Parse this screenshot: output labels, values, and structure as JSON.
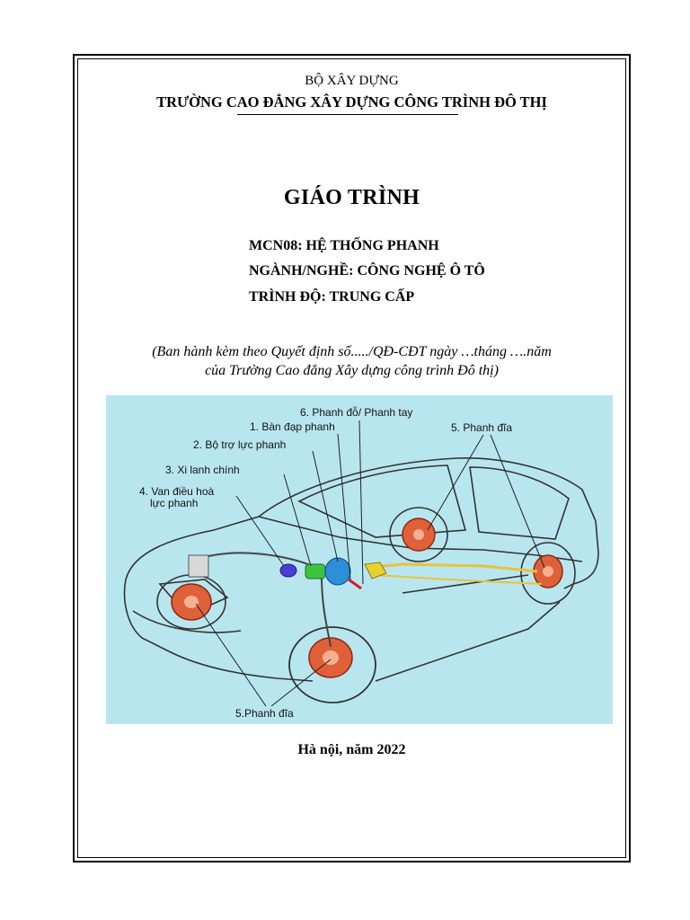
{
  "header": {
    "ministry": "BỘ XÂY DỰNG",
    "school": "TRƯỜNG CAO ĐẲNG XÂY DỰNG CÔNG TRÌNH ĐÔ THỊ"
  },
  "title": "GIÁO TRÌNH",
  "course": {
    "module": "MCN08: HỆ THỐNG PHANH",
    "major": "NGÀNH/NGHỀ: CÔNG NGHỆ Ô TÔ",
    "level": "TRÌNH ĐỘ: TRUNG CẤP"
  },
  "note": {
    "line1": "(Ban hành kèm theo Quyết định số...../QĐ-CĐT ngày …tháng ….năm",
    "line2": "của Trường Cao đẳng Xây dựng công trình Đô thị)"
  },
  "illustration": {
    "background_color": "#b8e6ef",
    "labels": {
      "c6": "6. Phanh đỗ/ Phanh tay",
      "c1": "1. Bàn đạp phanh",
      "c2": "2. Bộ trợ lực phanh",
      "c3": "3. Xi lanh chính",
      "c4a": "4. Van điều hoà",
      "c4b": "lực phanh",
      "c5top": "5. Phanh đĩa",
      "c5bottom": "5.Phanh đĩa"
    }
  },
  "footer": "Hà nội, năm 2022"
}
